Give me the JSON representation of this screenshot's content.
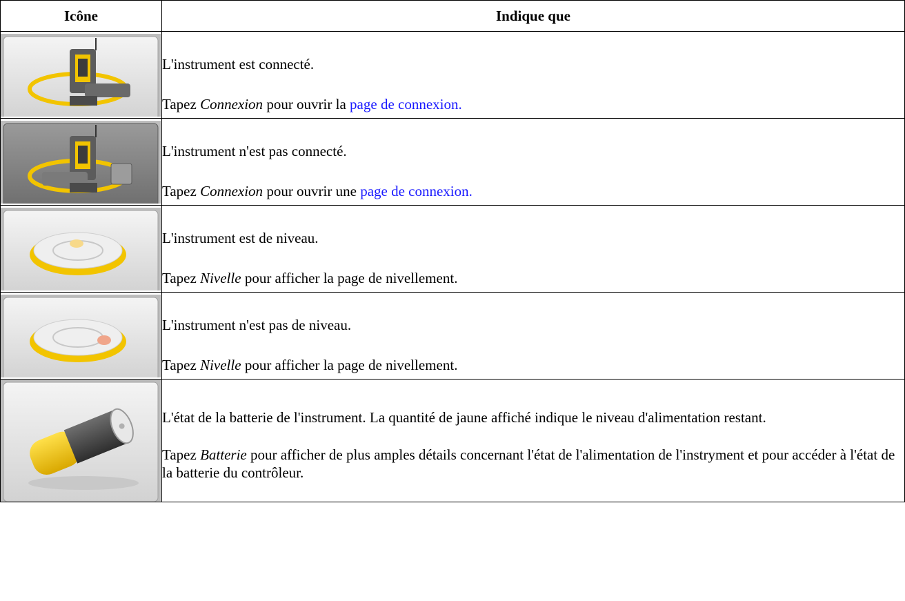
{
  "table": {
    "headers": {
      "icon": "Icône",
      "meaning": "Indique que"
    },
    "rows": [
      {
        "icon": "instrument-connected-icon",
        "line1": "L'instrument est connecté.",
        "pre": "Tapez ",
        "cmd": "Connexion",
        "mid": " pour ouvrir la ",
        "link": "page de connexion.",
        "post": ""
      },
      {
        "icon": "instrument-disconnected-icon",
        "line1": "L'instrument n'est pas connecté.",
        "pre": "Tapez ",
        "cmd": "Connexion",
        "mid": " pour ouvrir une ",
        "link": "page de connexion.",
        "post": ""
      },
      {
        "icon": "level-ok-icon",
        "line1": "L'instrument est de niveau.",
        "pre": "Tapez ",
        "cmd": "Nivelle",
        "mid": " pour afficher la page de nivellement.",
        "link": "",
        "post": ""
      },
      {
        "icon": "level-not-ok-icon",
        "line1": "L'instrument n'est pas de niveau.",
        "pre": "Tapez ",
        "cmd": "Nivelle",
        "mid": " pour afficher la page de nivellement.",
        "link": "",
        "post": ""
      },
      {
        "icon": "battery-icon",
        "line1": "L'état de la batterie de l'instrument. La quantité de jaune affiché indique le niveau d'alimentation restant.",
        "pre": "Tapez ",
        "cmd": "Batterie",
        "mid": " pour afficher de plus amples détails concernant l'état de l'alimentation de l'instryment et pour accéder à l'état de la batterie du contrôleur.",
        "link": "",
        "post": ""
      }
    ]
  },
  "colors": {
    "link": "#1a1aff",
    "accent_yellow": "#f2c400",
    "icon_bg_light": "#d9d9d9",
    "icon_bg_dark": "#8a8a8a"
  }
}
